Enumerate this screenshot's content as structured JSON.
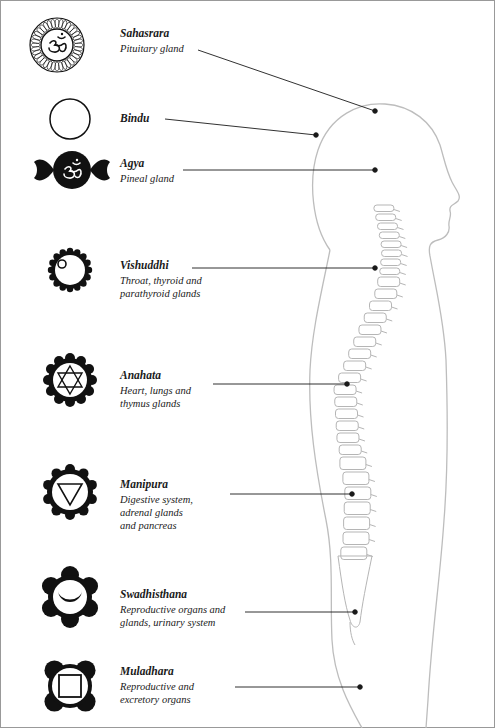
{
  "diagram": {
    "labels": [
      "Sahasrara",
      "Pituitary gland",
      "Bindu",
      "Agya",
      "Pineal gland",
      "Vishuddhi",
      "Throat, thyroid and parathyroid glands",
      "Anahata",
      "Heart, lungs and thymus glands",
      "Manipura",
      "Digestive system, adrenal glands and pancreas",
      "Swadhisthana",
      "Reproductive organs and glands, urinary system",
      "Muladhara",
      "Reproductive and excretory organs"
    ]
  }
}
